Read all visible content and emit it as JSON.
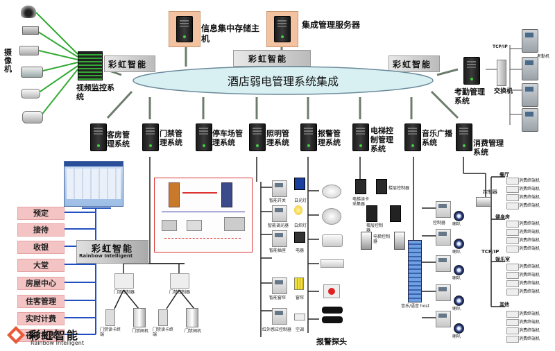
{
  "top_servers": [
    {
      "id": "storage",
      "label": "信息集中存储主机"
    },
    {
      "id": "integration",
      "label": "集成管理服务器"
    }
  ],
  "bus_label": "酒店弱电管理系统集成",
  "brand": {
    "cn": "彩虹智能",
    "en": "Rainbow Intelligent"
  },
  "cameras_label": "摄像机",
  "cctv_label": "视频监控系统",
  "attendance_label": "考勤管理系统",
  "switch_label": "交换机",
  "tcpip_label": "TCP/IP",
  "attendance_terminal": "考勤机",
  "subsystems": [
    {
      "id": "room",
      "label": "客房管理系统"
    },
    {
      "id": "access",
      "label": "门禁管理系统"
    },
    {
      "id": "parking",
      "label": "停车场管理系统"
    },
    {
      "id": "lighting",
      "label": "照明管理系统"
    },
    {
      "id": "alarm",
      "label": "报警管理系统"
    },
    {
      "id": "elevator",
      "label": "电梯控制管理系统"
    },
    {
      "id": "music",
      "label": "音乐广播系统"
    },
    {
      "id": "consume",
      "label": "消费管理系统"
    }
  ],
  "room_functions": [
    "预定",
    "接待",
    "收银",
    "大堂",
    "房屋中心",
    "住客管理",
    "实时计费",
    "夜审报表"
  ],
  "door_controller": "门禁控制器",
  "door_items": [
    "门禁读卡终端",
    "门禁闸机"
  ],
  "lighting_items": [
    "智能开关",
    "日光灯",
    "智能调光器",
    "白炽灯",
    "智能插座",
    "电器",
    "智能窗帘",
    "窗帘",
    "红外感应控制器",
    "空调"
  ],
  "alarm_probe": "报警探头",
  "elevator_items": [
    "楼层控制器",
    "电梯读卡采集器",
    "楼层控制器",
    "电梯控制器"
  ],
  "music_items": [
    "控制器",
    "喇叭"
  ],
  "music_host": "音乐/语音 host",
  "consume_groups": [
    "餐厅",
    "健身房",
    "娱乐室",
    "其他"
  ],
  "consume_controller": "控制器",
  "consume_tcpip": "TCP/IP",
  "consume_terminal": "消费终端机",
  "colors": {
    "bus_fill": "#d9f0f3",
    "bus_stroke": "#6a8a9a",
    "server_box": "#f3c2a0",
    "pink": "#f4c4c4",
    "line_blue": "#2050c0"
  }
}
